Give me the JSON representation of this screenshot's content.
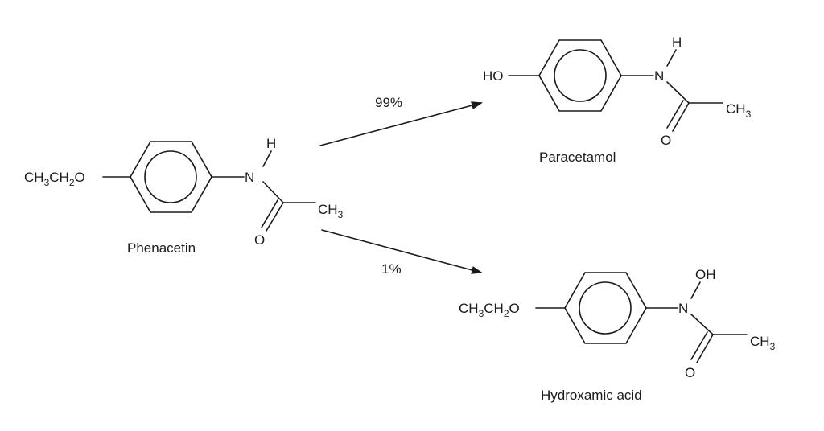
{
  "diagram": {
    "reactant": {
      "name": "Phenacetin",
      "substituent": "CH3CH2O",
      "n_atom": "N",
      "n_h": "H",
      "carbonyl_o": "O",
      "methyl": "CH3"
    },
    "product_major": {
      "name": "Paracetamol",
      "substituent": "HO",
      "n_atom": "N",
      "n_h": "H",
      "carbonyl_o": "O",
      "methyl": "CH3",
      "yield_label": "99%"
    },
    "product_minor": {
      "name": "Hydroxamic acid",
      "substituent": "CH3CH2O",
      "n_atom": "N",
      "n_oh": "OH",
      "carbonyl_o": "O",
      "methyl": "CH3",
      "yield_label": "1%"
    }
  }
}
